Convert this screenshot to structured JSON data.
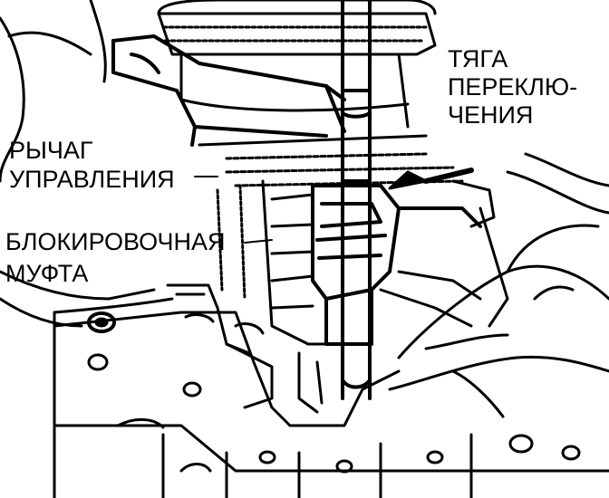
{
  "labels": {
    "shift_rod": [
      "ТЯГА",
      "ПЕРЕКЛЮ-",
      "ЧЕНИЯ"
    ],
    "control_lever": [
      "РЫЧАГ",
      "УПРАВЛЕНИЯ"
    ],
    "synchro_sleeve": [
      "БЛОКИРОВОЧНАЯ",
      "МУФТА"
    ]
  },
  "colors": {
    "ink": "#000000",
    "paper": "#ffffff"
  }
}
